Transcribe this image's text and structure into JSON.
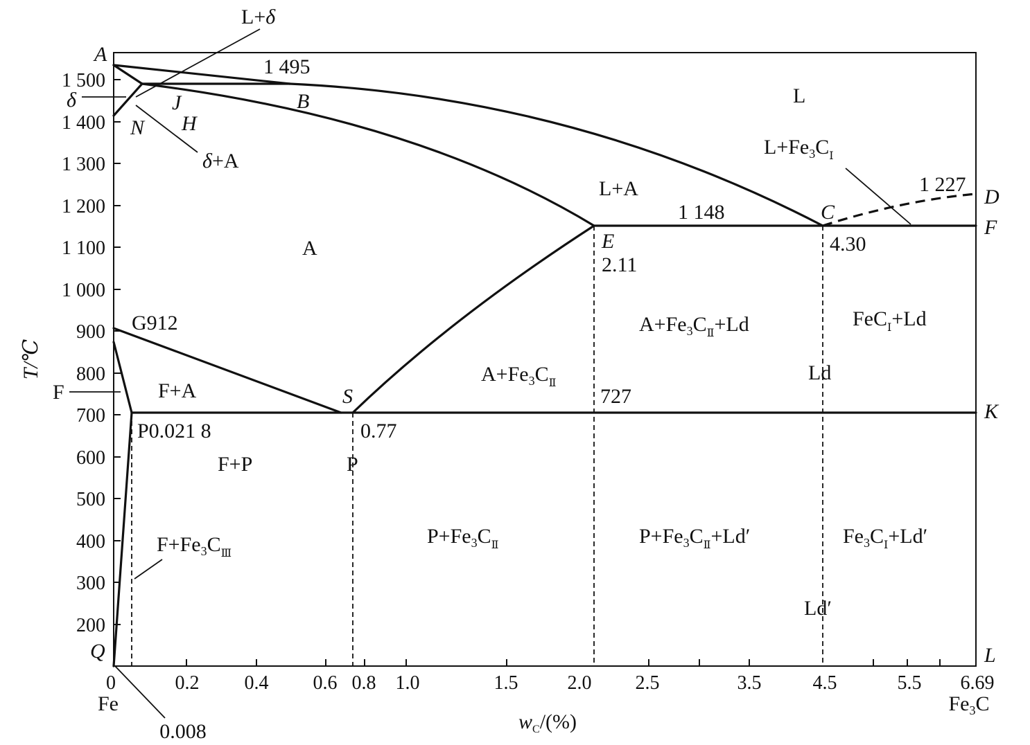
{
  "axes": {
    "y_label": "T/℃",
    "y_ticks": [
      "1 500",
      "1 400",
      "1 300",
      "1 200",
      "1 100",
      "1 000",
      "900",
      "800",
      "700",
      "600",
      "500",
      "400",
      "300",
      "200"
    ],
    "x_label_main": "w",
    "x_label_sub": "C",
    "x_label_rest": "/(%)",
    "x_ticks": [
      "0",
      "0.2",
      "0.4",
      "0.6",
      "0.8",
      "1.0",
      "1.5",
      "2.0",
      "2.5",
      "3.5",
      "4.5",
      "5.5",
      "6.69"
    ],
    "x_left_end": "Fe",
    "x_right_end_main": "Fe",
    "x_right_end_sub": "3",
    "x_right_end_rest": "C",
    "x_note": "0.008"
  },
  "points": {
    "A": "A",
    "B": "B",
    "C": "C",
    "D": "D",
    "E": "E",
    "F": "F",
    "H": "H",
    "J": "J",
    "K": "K",
    "L": "L",
    "N": "N",
    "Q": "Q",
    "S": "S",
    "P_small": "P"
  },
  "values": {
    "peritectic": "1 495",
    "eutectic": "1 148",
    "cementite_melt": "1 227",
    "eutectoid": "727",
    "e_comp": "2.11",
    "c_comp": "4.30",
    "s_comp": "0.77",
    "g_label": "G912",
    "p_label": "P0.021 8"
  },
  "regions": {
    "L": "L",
    "L_delta_L": "L+",
    "L_delta_d": "δ",
    "delta": "δ",
    "delta_A_d": "δ",
    "delta_A_rest": "+A",
    "L_A": "L+A",
    "L_Fe3CI_a": "L+Fe",
    "L_Fe3CI_b": "3",
    "L_Fe3CI_c": "C",
    "L_Fe3CI_d": "Ⅰ",
    "A": "A",
    "F": "F",
    "F_A": "F+A",
    "A_Fe3CII_a": "A+Fe",
    "A_Fe3CII_b": "3",
    "A_Fe3CII_c": "C",
    "A_Fe3CII_d": "Ⅱ",
    "A_Fe3CII_Ld_a": "A+Fe",
    "A_Fe3CII_Ld_b": "3",
    "A_Fe3CII_Ld_c": "C",
    "A_Fe3CII_Ld_d": "Ⅱ",
    "A_Fe3CII_Ld_e": "+Ld",
    "FeCI_Ld_a": "FeC",
    "FeCI_Ld_b": "Ⅰ",
    "FeCI_Ld_c": "+Ld",
    "Ld": "Ld",
    "F_P": "F+P",
    "P": "P",
    "F_Fe3CIII_a": "F+Fe",
    "F_Fe3CIII_b": "3",
    "F_Fe3CIII_c": "C",
    "F_Fe3CIII_d": "Ⅲ",
    "P_Fe3CII_a": "P+Fe",
    "P_Fe3CII_b": "3",
    "P_Fe3CII_c": "C",
    "P_Fe3CII_d": "Ⅱ",
    "P_Fe3CII_Ld_a": "P+Fe",
    "P_Fe3CII_Ld_b": "3",
    "P_Fe3CII_Ld_c": "C",
    "P_Fe3CII_Ld_d": "Ⅱ",
    "P_Fe3CII_Ld_e": "+Ld′",
    "Fe3CI_Ld_a": "Fe",
    "Fe3CI_Ld_b": "3",
    "Fe3CI_Ld_c": "C",
    "Fe3CI_Ld_d": "Ⅰ",
    "Fe3CI_Ld_e": "+Ld′",
    "Ld_prime": "Ld′"
  }
}
